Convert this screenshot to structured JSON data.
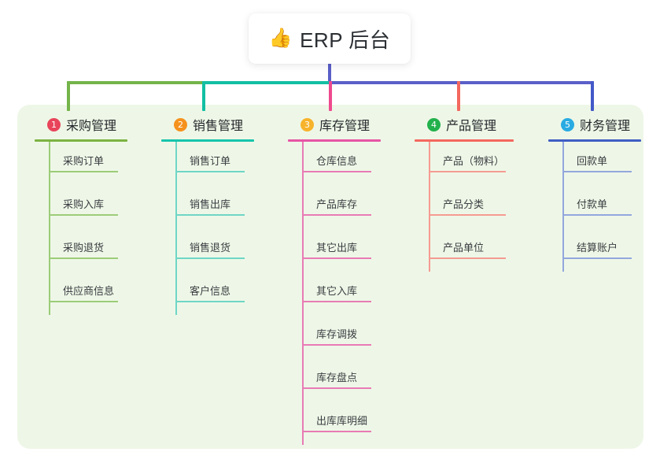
{
  "title": {
    "icon": "thumbs-up-icon",
    "icon_glyph": "👍",
    "text": "ERP 后台"
  },
  "theme": {
    "page_background": "#ffffff",
    "panel_background": "#eef7e7",
    "card_background": "#ffffff",
    "text_color": "#26292d",
    "stem_color": "#5a5fc8"
  },
  "columns": [
    {
      "number": "1",
      "title": "采购管理",
      "badge_color": "#e8445a",
      "rule_color": "#7cb342",
      "line_color": "#9ccc78",
      "head_rule_width": 118,
      "rule_width": 88,
      "items": [
        "采购订单",
        "采购入库",
        "采购退货",
        "供应商信息"
      ]
    },
    {
      "number": "2",
      "title": "销售管理",
      "badge_color": "#f5921e",
      "rule_color": "#16c4ab",
      "line_color": "#6fd6c6",
      "head_rule_width": 118,
      "rule_width": 88,
      "items": [
        "销售订单",
        "销售出库",
        "销售退货",
        "客户信息"
      ]
    },
    {
      "number": "3",
      "title": "库存管理",
      "badge_color": "#f7b32b",
      "rule_color": "#e754a4",
      "line_color": "#e87bb5",
      "head_rule_width": 118,
      "rule_width": 88,
      "items": [
        "仓库信息",
        "产品库存",
        "其它出库",
        "其它入库",
        "库存调拨",
        "库存盘点",
        "出库库明细"
      ]
    },
    {
      "number": "4",
      "title": "产品管理",
      "badge_color": "#22b14c",
      "rule_color": "#f4685f",
      "line_color": "#f59b92",
      "head_rule_width": 126,
      "rule_width": 98,
      "items": [
        "产品（物料）",
        "产品分类",
        "产品单位"
      ]
    },
    {
      "number": "5",
      "title": "财务管理",
      "badge_color": "#29abe2",
      "rule_color": "#3f5ec4",
      "line_color": "#93a7dd",
      "head_rule_width": 118,
      "rule_width": 88,
      "items": [
        "回款单",
        "付款单",
        "结算账户"
      ]
    }
  ]
}
